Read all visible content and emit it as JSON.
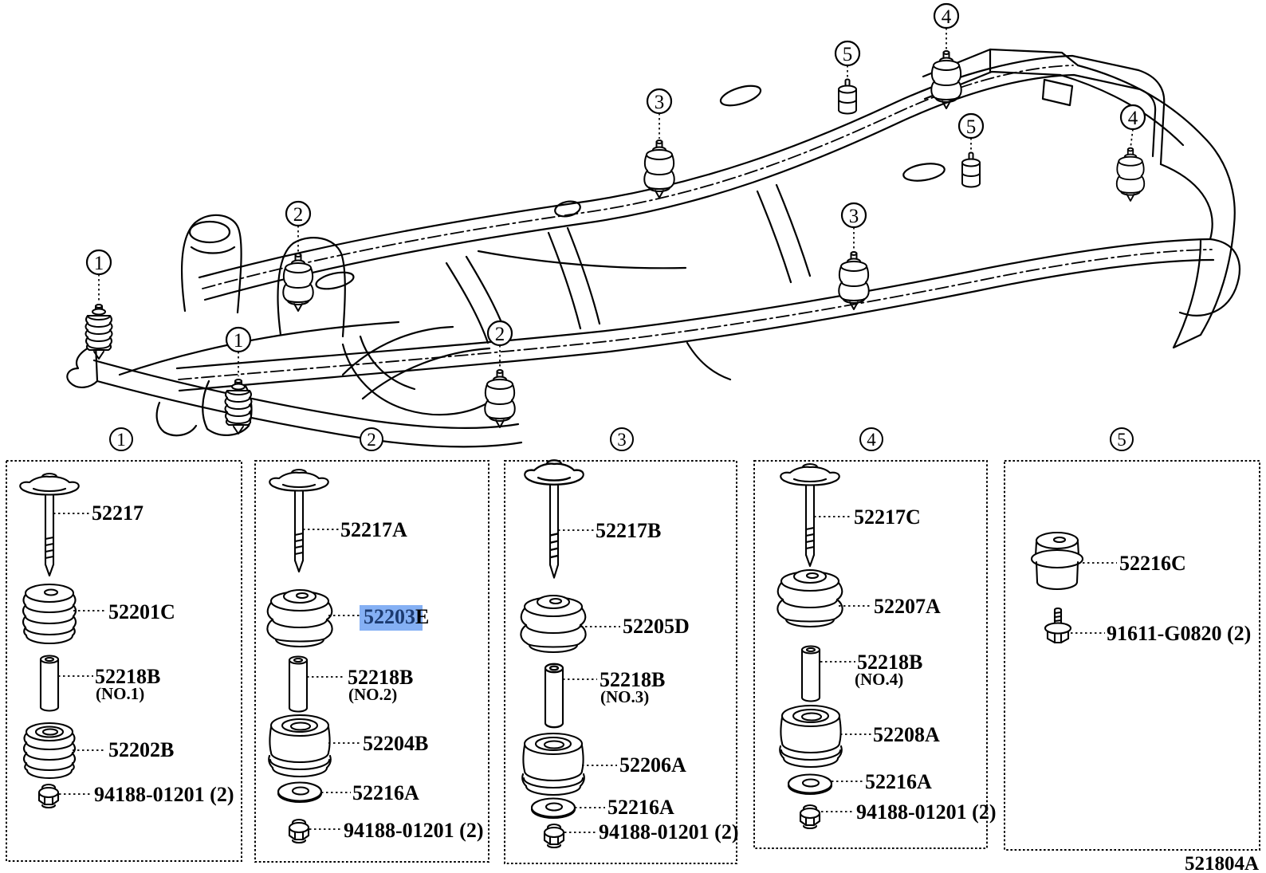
{
  "frame": {
    "callouts": [
      "1",
      "1",
      "2",
      "2",
      "3",
      "3",
      "4",
      "4",
      "5",
      "5"
    ]
  },
  "sections": [
    {
      "num": "1",
      "parts": [
        {
          "label": "52217"
        },
        {
          "label": "52201C"
        },
        {
          "label": "52218B",
          "note": "(NO.1)"
        },
        {
          "label": "52202B"
        },
        {
          "label": "94188-01201 (2)"
        }
      ]
    },
    {
      "num": "2",
      "parts": [
        {
          "label": "52217A"
        },
        {
          "label": "52203E",
          "highlighted": true,
          "label_main": "52203",
          "label_tail": "E"
        },
        {
          "label": "52218B",
          "note": "(NO.2)"
        },
        {
          "label": "52204B"
        },
        {
          "label": "52216A"
        },
        {
          "label": "94188-01201 (2)"
        }
      ]
    },
    {
      "num": "3",
      "parts": [
        {
          "label": "52217B"
        },
        {
          "label": "52205D"
        },
        {
          "label": "52218B",
          "note": "(NO.3)"
        },
        {
          "label": "52206A"
        },
        {
          "label": "52216A"
        },
        {
          "label": "94188-01201 (2)"
        }
      ]
    },
    {
      "num": "4",
      "parts": [
        {
          "label": "52217C"
        },
        {
          "label": "52207A"
        },
        {
          "label": "52218B",
          "note": "(NO.4)"
        },
        {
          "label": "52208A"
        },
        {
          "label": "52216A"
        },
        {
          "label": "94188-01201 (2)"
        }
      ]
    },
    {
      "num": "5",
      "parts": [
        {
          "label": "52216C"
        },
        {
          "label": "91611-G0820 (2)"
        }
      ]
    }
  ],
  "footer": {
    "diagram_code": "521804A"
  },
  "colors": {
    "highlight_bg": "#85b0f4",
    "highlight_text": "#1b3a70",
    "line": "#000000"
  }
}
